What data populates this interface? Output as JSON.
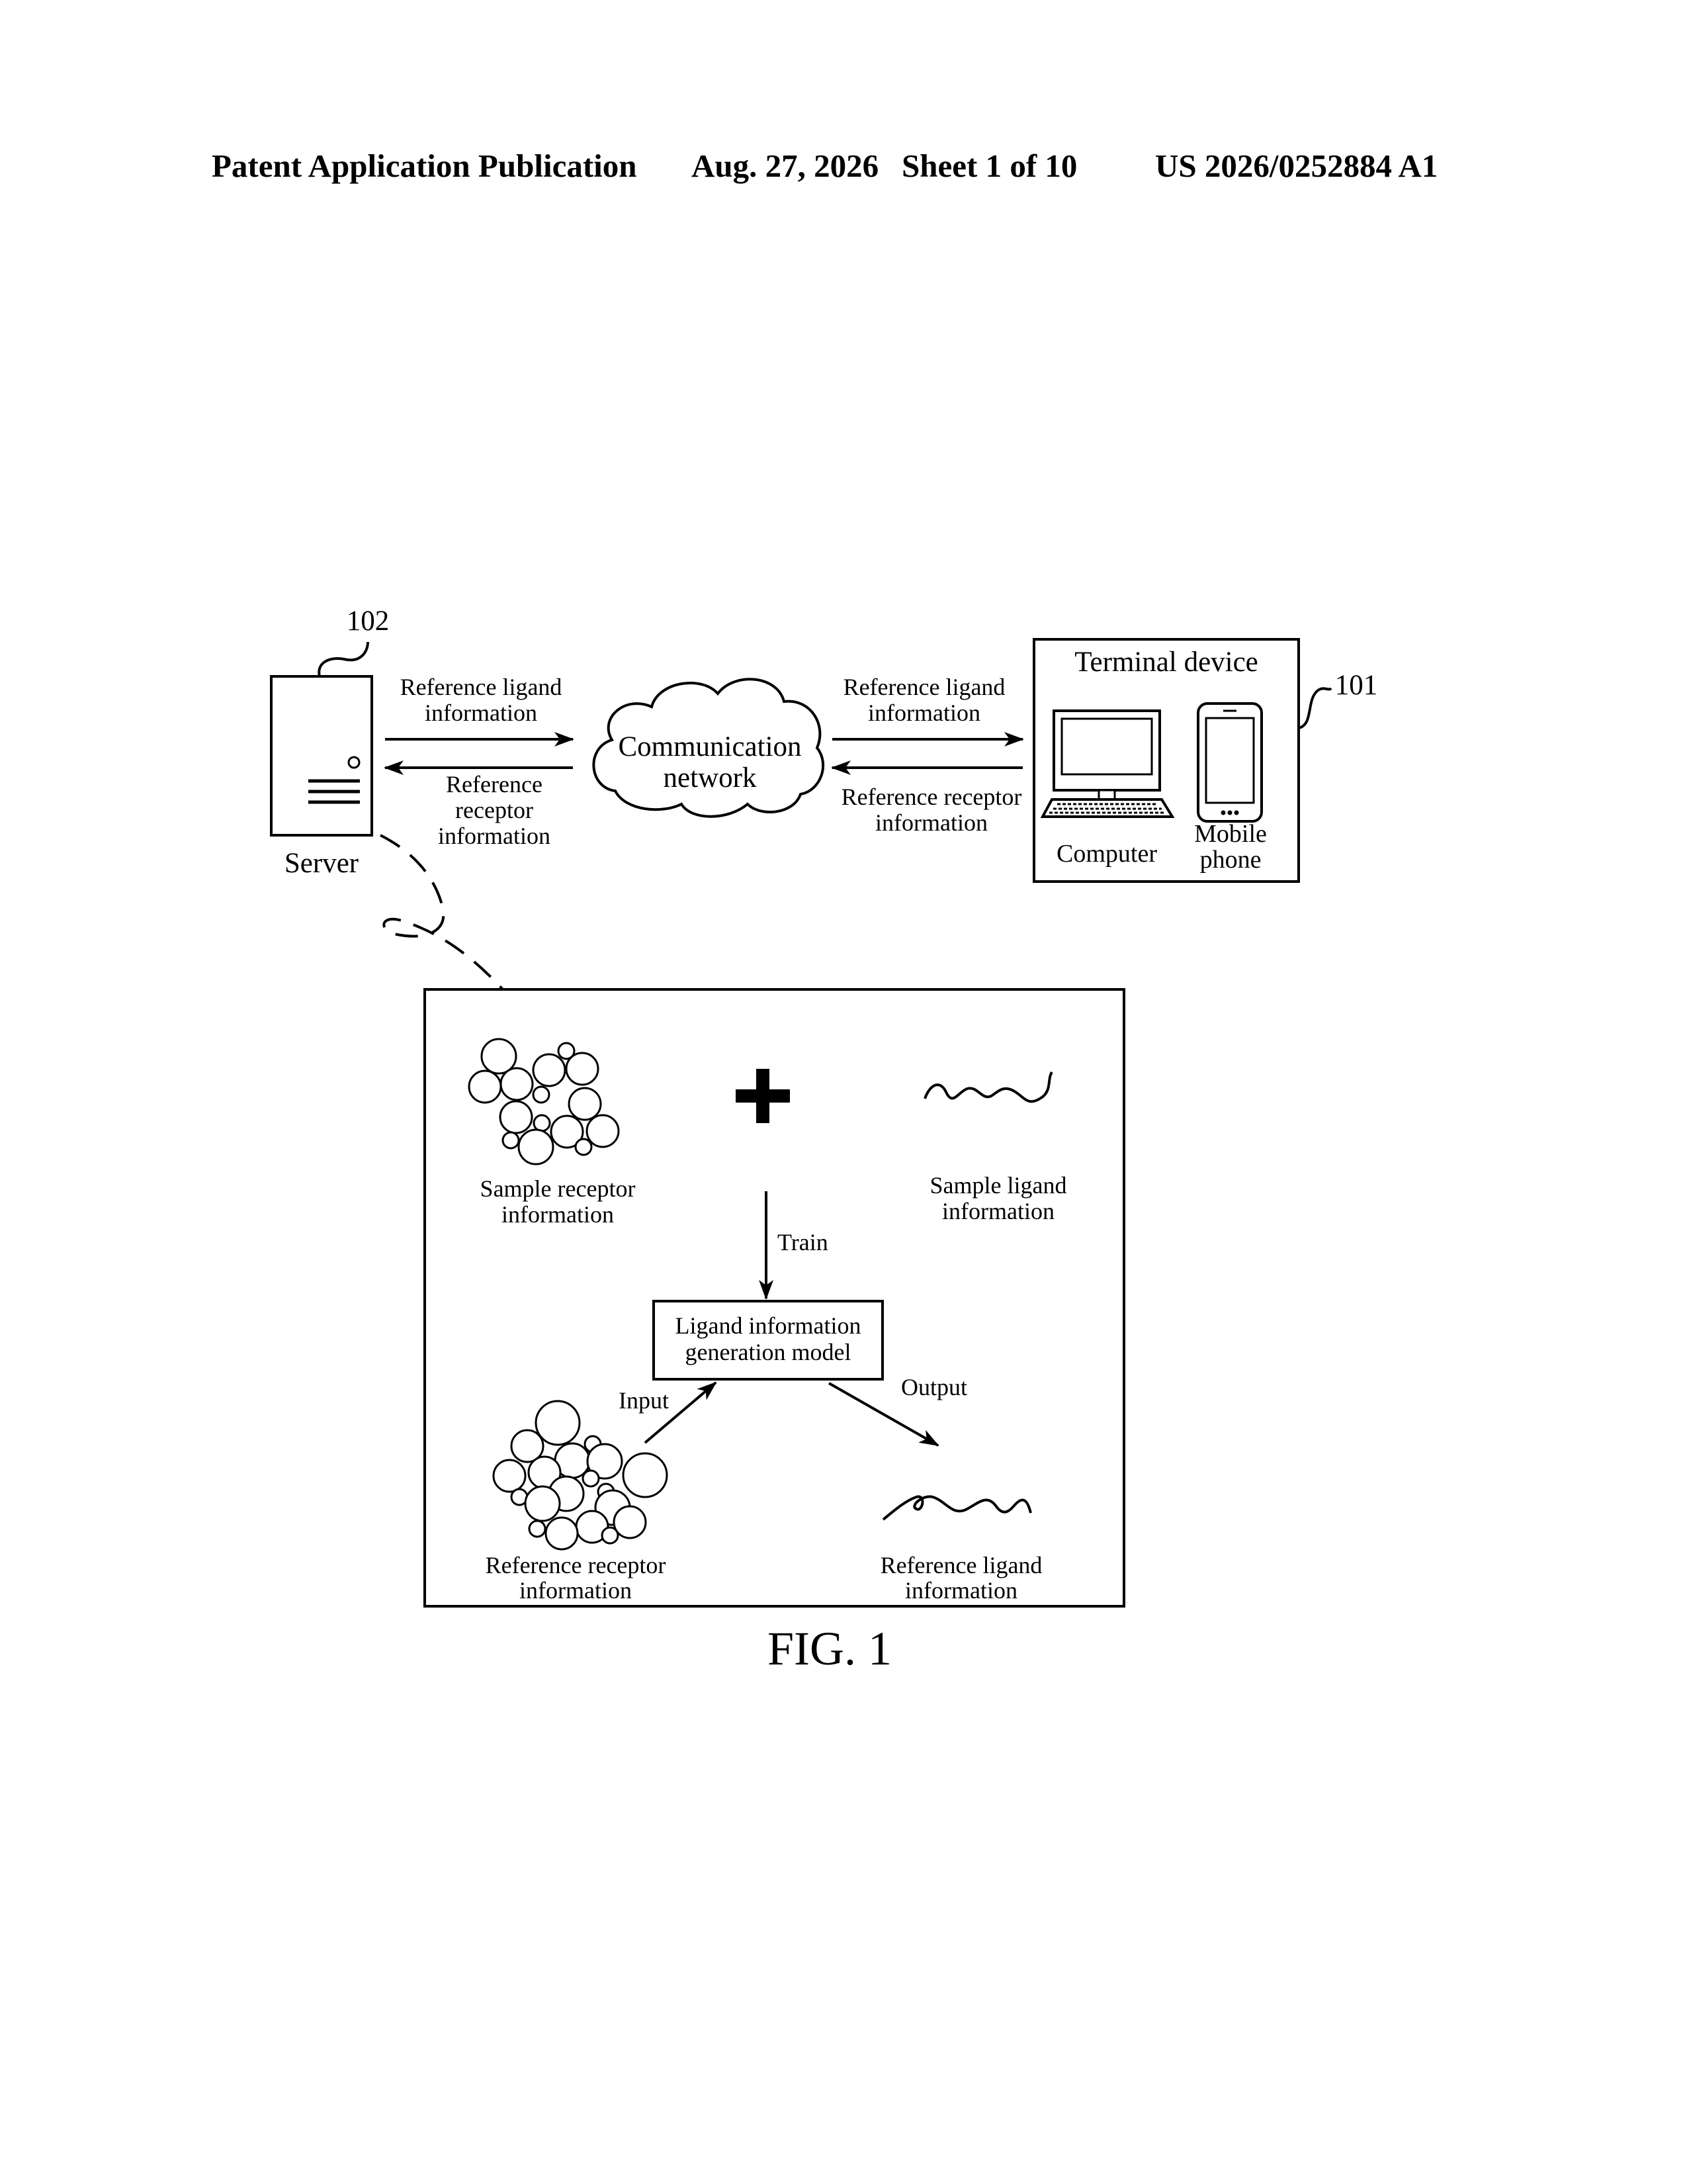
{
  "header": {
    "publication": "Patent Application Publication",
    "date": "Aug. 27, 2026",
    "sheet": "Sheet 1 of 10",
    "number": "US 2026/0252884 A1"
  },
  "figure_label": "FIG. 1",
  "top": {
    "server": {
      "ref": "102",
      "label": "Server"
    },
    "arrow_server_to_network": [
      "Reference ligand",
      "information"
    ],
    "arrow_network_to_server": [
      "Reference",
      "receptor",
      "information"
    ],
    "network": [
      "Communication",
      "network"
    ],
    "arrow_network_to_terminal": [
      "Reference ligand",
      "information"
    ],
    "arrow_terminal_to_network": [
      "Reference receptor",
      "information"
    ],
    "terminal": {
      "ref": "101",
      "title": "Terminal device",
      "computer": "Computer",
      "mobile": [
        "Mobile",
        "phone"
      ]
    }
  },
  "detail": {
    "sample_receptor": [
      "Sample receptor",
      "information"
    ],
    "sample_ligand": [
      "Sample ligand",
      "information"
    ],
    "train": "Train",
    "model": [
      "Ligand information",
      "generation model"
    ],
    "input": "Input",
    "output": "Output",
    "reference_receptor": [
      "Reference receptor",
      "information"
    ],
    "reference_ligand": [
      "Reference ligand",
      "information"
    ]
  }
}
